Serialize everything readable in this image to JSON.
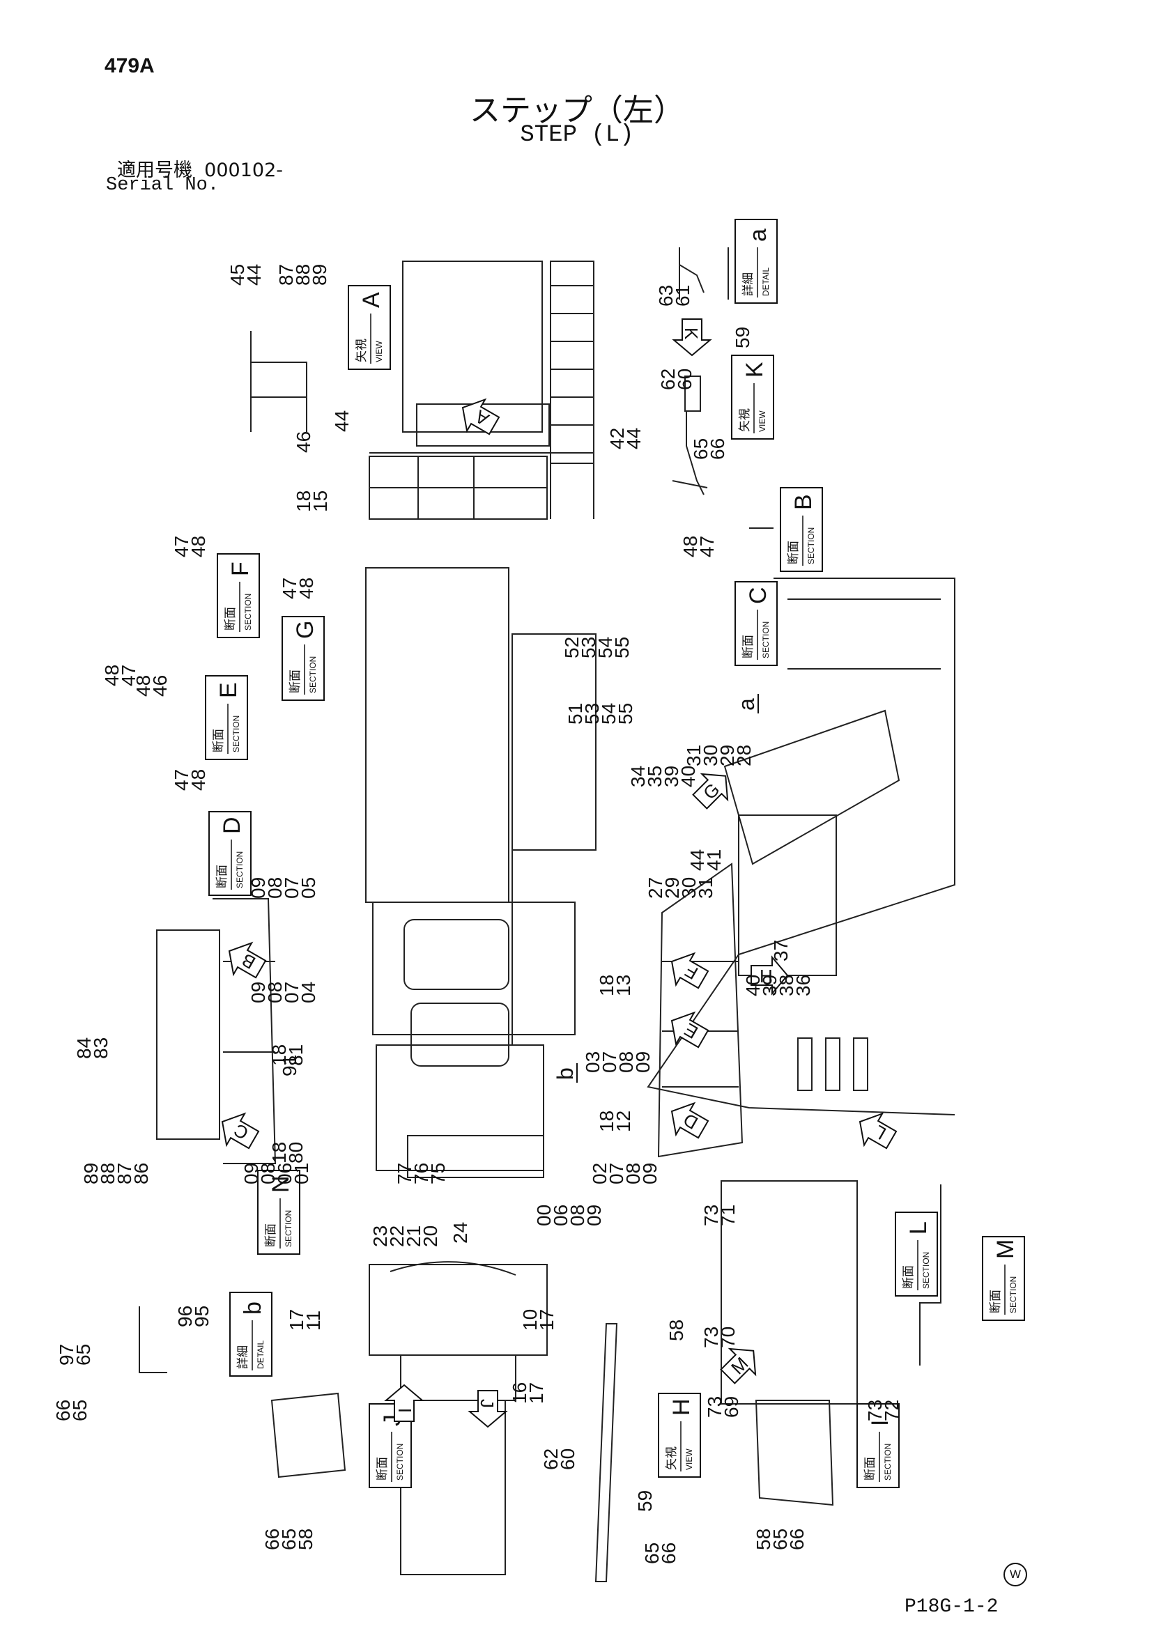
{
  "page_number": "479A",
  "title_jp": "ステップ（左）",
  "title_en": "STEP (L)",
  "serial_label_jp": "適用号機",
  "serial_value": "000102-",
  "serial_label_en": "Serial No.",
  "footer_ref": "P18G-1-2",
  "corner_mark": "W",
  "section_words": {
    "section": "SECTION",
    "view": "VIEW",
    "detail": "DETAIL",
    "section_jp": "断面",
    "view_jp": "矢視",
    "detail_jp": "詳細"
  },
  "boxes": [
    {
      "id": "view-A",
      "kind": "VIEW",
      "letter": "A"
    },
    {
      "id": "detail-a",
      "kind": "DETAIL",
      "letter": "a"
    },
    {
      "id": "view-K",
      "kind": "VIEW",
      "letter": "K"
    },
    {
      "id": "section-B",
      "kind": "SECTION",
      "letter": "B"
    },
    {
      "id": "section-F",
      "kind": "SECTION",
      "letter": "F"
    },
    {
      "id": "section-G",
      "kind": "SECTION",
      "letter": "G"
    },
    {
      "id": "section-E",
      "kind": "SECTION",
      "letter": "E"
    },
    {
      "id": "section-C",
      "kind": "SECTION",
      "letter": "C"
    },
    {
      "id": "section-D",
      "kind": "SECTION",
      "letter": "D"
    },
    {
      "id": "section-N",
      "kind": "SECTION",
      "letter": "N"
    },
    {
      "id": "section-L",
      "kind": "SECTION",
      "letter": "L"
    },
    {
      "id": "section-M",
      "kind": "SECTION",
      "letter": "M"
    },
    {
      "id": "detail-b",
      "kind": "DETAIL",
      "letter": "b"
    },
    {
      "id": "section-J",
      "kind": "SECTION",
      "letter": "J"
    },
    {
      "id": "view-H",
      "kind": "VIEW",
      "letter": "H"
    },
    {
      "id": "section-I",
      "kind": "SECTION",
      "letter": "I"
    }
  ],
  "arrows": [
    "A",
    "K",
    "B",
    "C",
    "D",
    "E",
    "F",
    "G",
    "H",
    "I",
    "J",
    "L",
    "M"
  ],
  "detail_markers": [
    "a",
    "b"
  ],
  "callouts": [
    {
      "id": "c1",
      "lines": [
        "45",
        "44"
      ]
    },
    {
      "id": "c2",
      "lines": [
        "87",
        "88",
        "89"
      ]
    },
    {
      "id": "c3",
      "lines": [
        "44"
      ]
    },
    {
      "id": "c4",
      "lines": [
        "46"
      ]
    },
    {
      "id": "c5",
      "lines": [
        "18",
        "15"
      ]
    },
    {
      "id": "c6",
      "lines": [
        "42",
        "44"
      ]
    },
    {
      "id": "c7",
      "lines": [
        "63",
        "61"
      ]
    },
    {
      "id": "c8",
      "lines": [
        "62",
        "60"
      ]
    },
    {
      "id": "c9",
      "lines": [
        "59"
      ]
    },
    {
      "id": "c10",
      "lines": [
        "65",
        "66"
      ]
    },
    {
      "id": "c11",
      "lines": [
        "48",
        "47"
      ]
    },
    {
      "id": "c12",
      "lines": [
        "47",
        "48"
      ]
    },
    {
      "id": "c13",
      "lines": [
        "47",
        "48"
      ]
    },
    {
      "id": "c14",
      "lines": [
        "52",
        "53",
        "54",
        "55"
      ]
    },
    {
      "id": "c15",
      "lines": [
        "48",
        "47"
      ]
    },
    {
      "id": "c16",
      "lines": [
        "48",
        "46"
      ]
    },
    {
      "id": "c17",
      "lines": [
        "51",
        "53",
        "54",
        "55"
      ]
    },
    {
      "id": "c18",
      "lines": [
        "31",
        "30",
        "29",
        "28"
      ]
    },
    {
      "id": "c19",
      "lines": [
        "34",
        "35",
        "39",
        "40"
      ]
    },
    {
      "id": "c20",
      "lines": [
        "47",
        "48"
      ]
    },
    {
      "id": "c21",
      "lines": [
        "44",
        "41"
      ]
    },
    {
      "id": "c22",
      "lines": [
        "09",
        "08",
        "07",
        "05"
      ]
    },
    {
      "id": "c23",
      "lines": [
        "27",
        "29",
        "30",
        "31"
      ]
    },
    {
      "id": "c24",
      "lines": [
        "09",
        "08",
        "07",
        "04"
      ]
    },
    {
      "id": "c25",
      "lines": [
        "18",
        "13"
      ]
    },
    {
      "id": "c26",
      "lines": [
        "37"
      ]
    },
    {
      "id": "c27",
      "lines": [
        "40",
        "39",
        "38",
        "36"
      ]
    },
    {
      "id": "c28",
      "lines": [
        "84",
        "83"
      ]
    },
    {
      "id": "c29",
      "lines": [
        "18",
        "81"
      ]
    },
    {
      "id": "c30",
      "lines": [
        "03",
        "07",
        "08",
        "09"
      ]
    },
    {
      "id": "c31",
      "lines": [
        "91"
      ]
    },
    {
      "id": "c32",
      "lines": [
        "18",
        "12"
      ]
    },
    {
      "id": "c33",
      "lines": [
        "18",
        "80"
      ]
    },
    {
      "id": "c34",
      "lines": [
        "89",
        "88",
        "87",
        "86"
      ]
    },
    {
      "id": "c35",
      "lines": [
        "09",
        "08",
        "06",
        "01"
      ]
    },
    {
      "id": "c36",
      "lines": [
        "77",
        "76",
        "75"
      ]
    },
    {
      "id": "c37",
      "lines": [
        "02",
        "07",
        "08",
        "09"
      ]
    },
    {
      "id": "c38",
      "lines": [
        "00",
        "06",
        "08",
        "09"
      ]
    },
    {
      "id": "c39",
      "lines": [
        "73",
        "71"
      ]
    },
    {
      "id": "c40",
      "lines": [
        "23",
        "22",
        "21",
        "20"
      ]
    },
    {
      "id": "c41",
      "lines": [
        "24"
      ]
    },
    {
      "id": "c42",
      "lines": [
        "17",
        "11"
      ]
    },
    {
      "id": "c43",
      "lines": [
        "10",
        "17"
      ]
    },
    {
      "id": "c44",
      "lines": [
        "73",
        "70"
      ]
    },
    {
      "id": "c45",
      "lines": [
        "97",
        "65"
      ]
    },
    {
      "id": "c46",
      "lines": [
        "96",
        "95"
      ]
    },
    {
      "id": "c47",
      "lines": [
        "66",
        "65"
      ]
    },
    {
      "id": "c48",
      "lines": [
        "58"
      ]
    },
    {
      "id": "c49",
      "lines": [
        "16",
        "17"
      ]
    },
    {
      "id": "c50",
      "lines": [
        "73",
        "69"
      ]
    },
    {
      "id": "c51",
      "lines": [
        "73",
        "72"
      ]
    },
    {
      "id": "c52",
      "lines": [
        "62",
        "60"
      ]
    },
    {
      "id": "c53",
      "lines": [
        "59"
      ]
    },
    {
      "id": "c54",
      "lines": [
        "66",
        "65",
        "58"
      ]
    },
    {
      "id": "c55",
      "lines": [
        "58",
        "65",
        "66"
      ]
    },
    {
      "id": "c56",
      "lines": [
        "65",
        "66"
      ]
    }
  ]
}
